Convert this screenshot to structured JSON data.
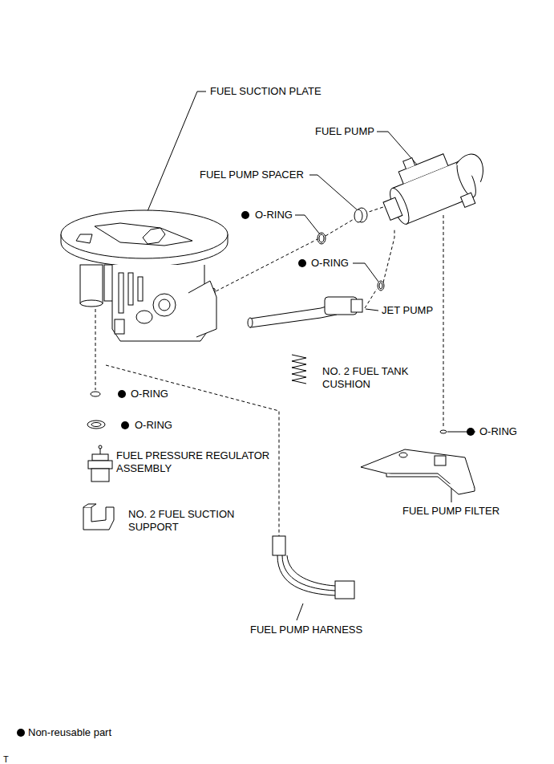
{
  "diagram": {
    "labels": [
      "FUEL SUCTION PLATE",
      "FUEL PUMP",
      "FUEL PUMP SPACER",
      "O-RING",
      "O-RING",
      "JET PUMP",
      "NO. 2 FUEL TANK CUSHION",
      "O-RING",
      "O-RING",
      "O-RING",
      "FUEL PRESSURE REGULATOR ASSEMBLY",
      "FUEL PUMP FILTER",
      "NO. 2 FUEL SUCTION SUPPORT",
      "FUEL PUMP HARNESS",
      "T"
    ],
    "legend": [
      {
        "text": "Non-reusable part"
      }
    ]
  }
}
